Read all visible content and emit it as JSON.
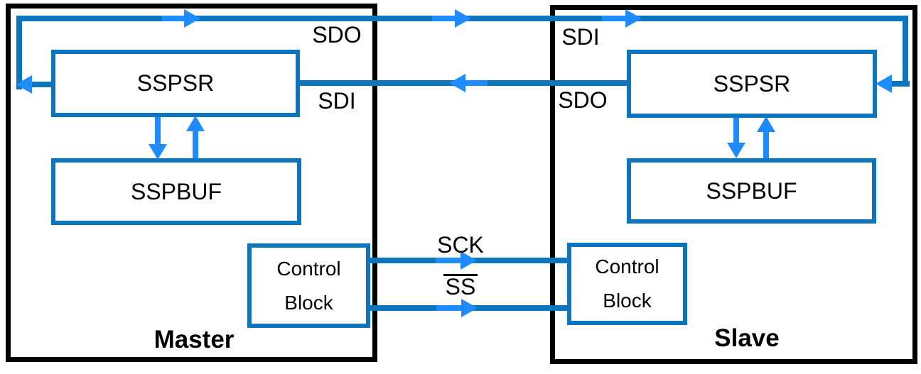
{
  "master": {
    "label": "Master",
    "sspsr_label": "SSPSR",
    "sspbuf_label": "SSPBUF",
    "control_label_line1": "Control",
    "control_label_line2": "Block",
    "pin_sdo": "SDO",
    "pin_sdi": "SDI"
  },
  "slave": {
    "label": "Slave",
    "sspsr_label": "SSPSR",
    "sspbuf_label": "SSPBUF",
    "control_label_line1": "Control",
    "control_label_line2": "Block",
    "pin_sdi": "SDI",
    "pin_sdo": "SDO"
  },
  "signals": {
    "sck_label": "SCK",
    "ss_label": "SS"
  },
  "colors": {
    "line_blue": "#0C75BD",
    "arrow_blue": "#1E8CFF",
    "box_border_black": "#000000",
    "background": "#FFFFFF",
    "text": "#000000"
  }
}
